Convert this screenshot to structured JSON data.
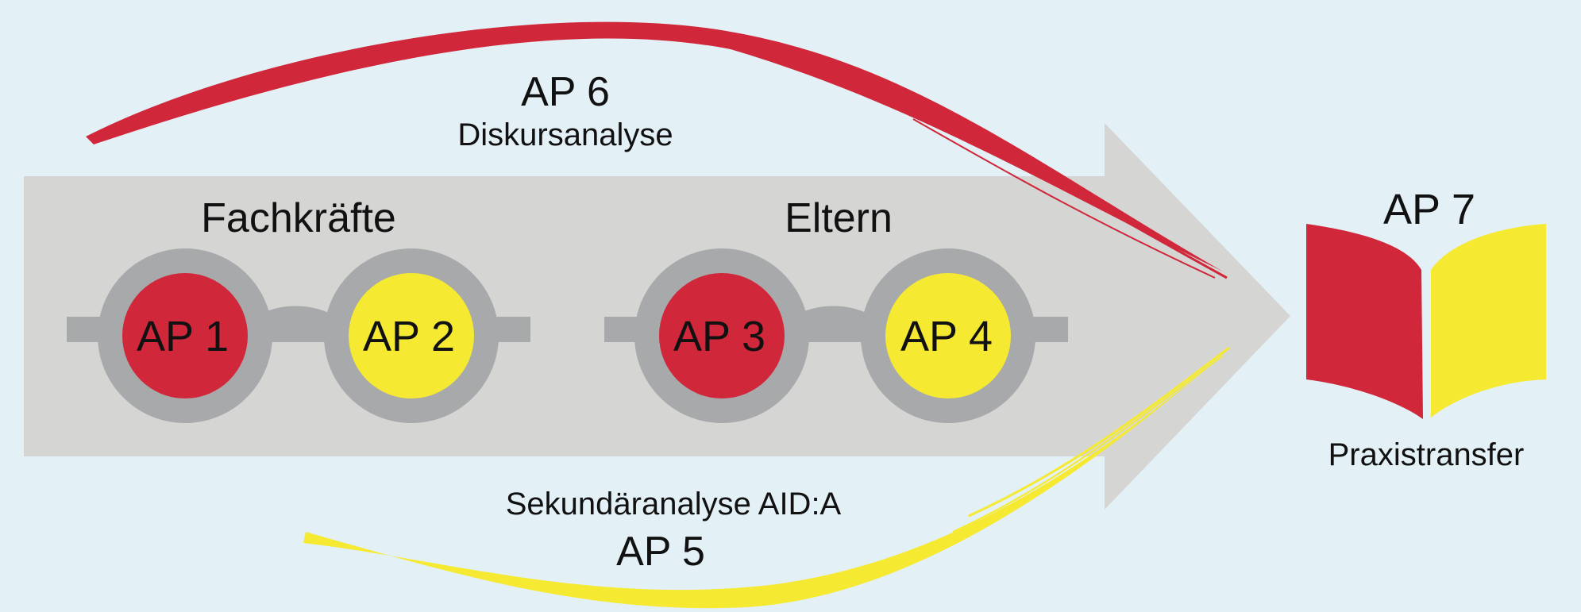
{
  "groups": {
    "left": {
      "title": "Fachkräfte",
      "nodes": [
        {
          "label": "AP 1",
          "color": "#d0273a"
        },
        {
          "label": "AP 2",
          "color": "#f5ea31"
        }
      ]
    },
    "right": {
      "title": "Eltern",
      "nodes": [
        {
          "label": "AP 3",
          "color": "#d0273a"
        },
        {
          "label": "AP 4",
          "color": "#f5ea31"
        }
      ]
    }
  },
  "top_arc": {
    "code": "AP 6",
    "name": "Diskursanalyse",
    "color": "#d0273a"
  },
  "bottom_arc": {
    "code": "AP 5",
    "name": "Sekundäranalyse AID:A",
    "color": "#f5ea31"
  },
  "outcome": {
    "code": "AP 7",
    "name": "Praxistransfer",
    "book_left_color": "#d0273a",
    "book_right_color": "#f5ea31"
  },
  "colors": {
    "background": "#e3f0f5",
    "arrow_body": "#d5d6d4",
    "ring": "#a8a9ab"
  }
}
